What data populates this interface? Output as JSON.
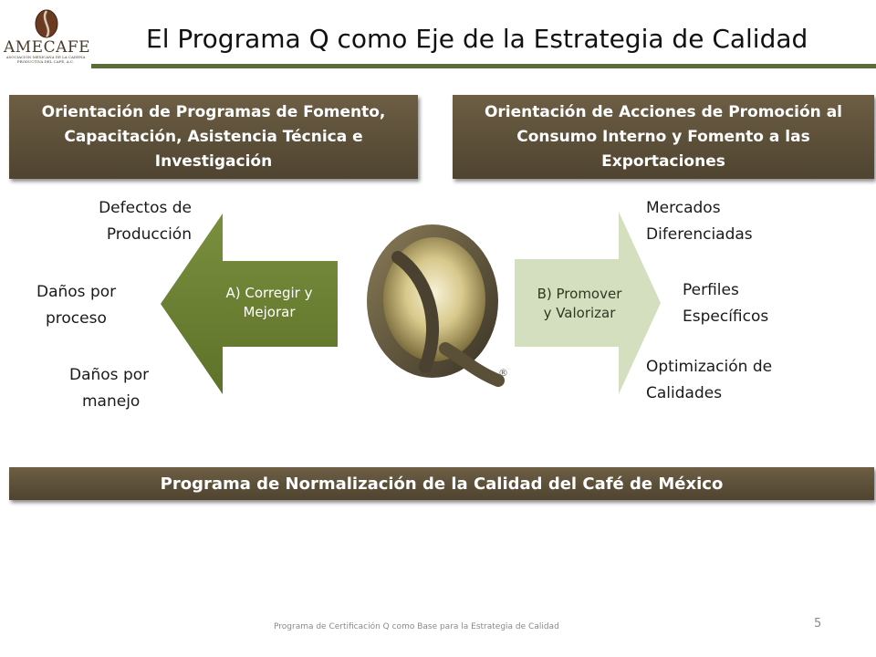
{
  "header": {
    "logo_text": "AMECAFE",
    "logo_subtext": "ASOCIACIÓN MEXICANA DE LA CADENA PRODUCTIVA DEL CAFÉ, A.C.",
    "title": "El Programa Q como Eje de la Estrategia de Calidad"
  },
  "banners": {
    "left": {
      "lines": [
        "Orientación de Programas  de Fomento,",
        "Capacitación, Asistencia Técnica e",
        "Investigación"
      ]
    },
    "right": {
      "lines": [
        "Orientación de Acciones de Promoción al",
        "Consumo Interno y Fomento a las",
        "Exportaciones"
      ]
    },
    "bottom": "Programa de Normalización de la Calidad del Café de México"
  },
  "arrows": {
    "left": {
      "lines": [
        "A) Corregir y",
        "Mejorar"
      ]
    },
    "right": {
      "lines": [
        "B) Promover",
        "y Valorizar"
      ]
    }
  },
  "left_items": [
    {
      "lines": [
        "Defectos de",
        "Producción"
      ]
    },
    {
      "lines": [
        "Daños por",
        "proceso"
      ]
    },
    {
      "lines": [
        "Daños por",
        "manejo"
      ]
    }
  ],
  "right_items": [
    {
      "lines": [
        "Mercados",
        "Diferenciadas"
      ]
    },
    {
      "lines": [
        "Perfiles",
        "Específicos"
      ]
    },
    {
      "lines": [
        "Optimización de",
        "Calidades"
      ]
    }
  ],
  "q_logo": {
    "letter": "Q",
    "mark": "®"
  },
  "footer": {
    "text": "Programa de Certificación Q como Base para la Estrategia de Calidad",
    "page": "5"
  },
  "colors": {
    "banner": "#5d503a",
    "arrow_left": "#6a7f33",
    "arrow_right": "#d3dfbf",
    "rule": "#5c6b3a"
  }
}
